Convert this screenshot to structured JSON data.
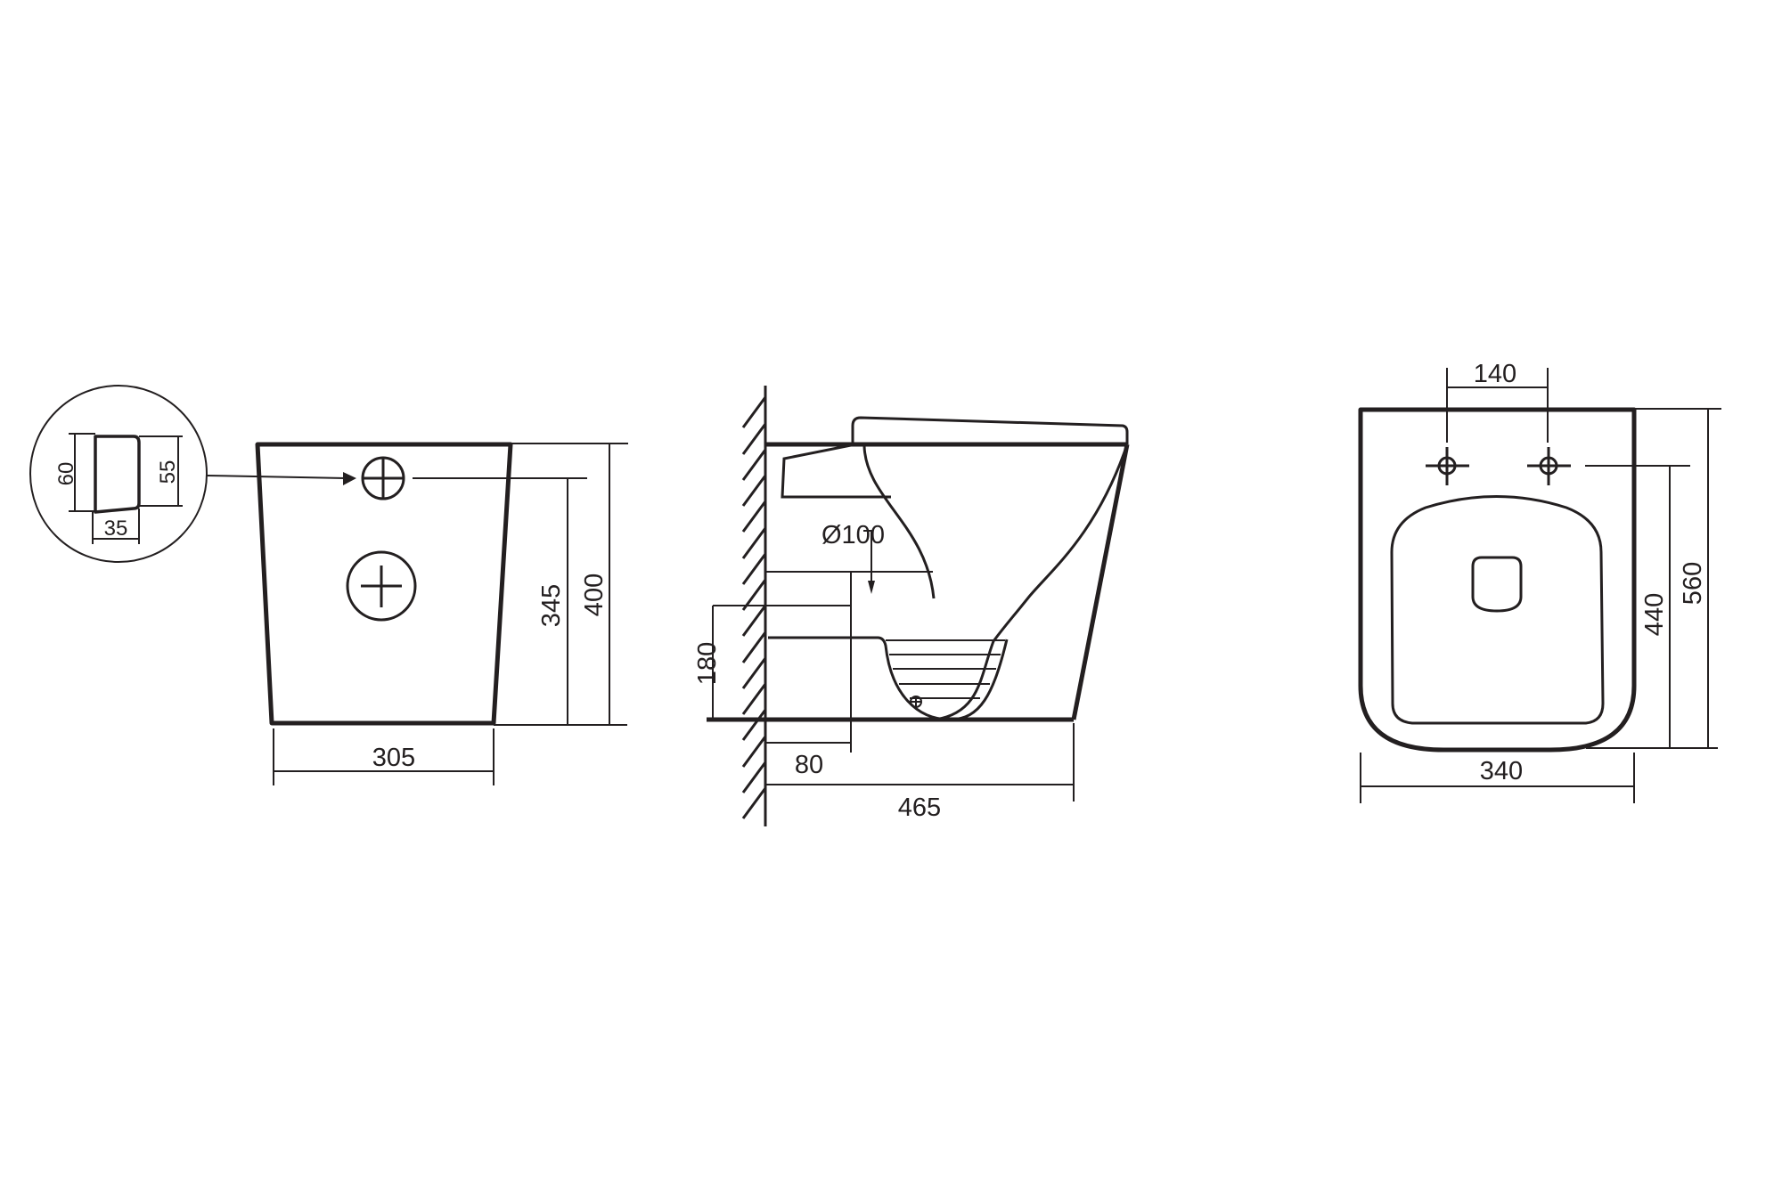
{
  "drawing": {
    "type": "technical-dimension-drawing",
    "subject": "wall-hung toilet",
    "units": "mm",
    "line_color": "#231f20",
    "background": "#ffffff"
  },
  "detail_view": {
    "name": "inlet detail (circle callout)",
    "labels": {
      "height_left": "60",
      "height_right": "55",
      "width": "35"
    }
  },
  "front_view": {
    "name": "rear elevation",
    "labels": {
      "width": "305",
      "inlet_height": "345",
      "total_height": "400"
    }
  },
  "side_view": {
    "name": "side section",
    "labels": {
      "outlet_diameter": "Ø100",
      "outlet_height": "180",
      "outlet_offset": "80",
      "depth": "465"
    }
  },
  "top_view": {
    "name": "plan view",
    "labels": {
      "bolt_spacing": "140",
      "bolt_to_front": "440",
      "length": "560",
      "width": "340"
    }
  }
}
